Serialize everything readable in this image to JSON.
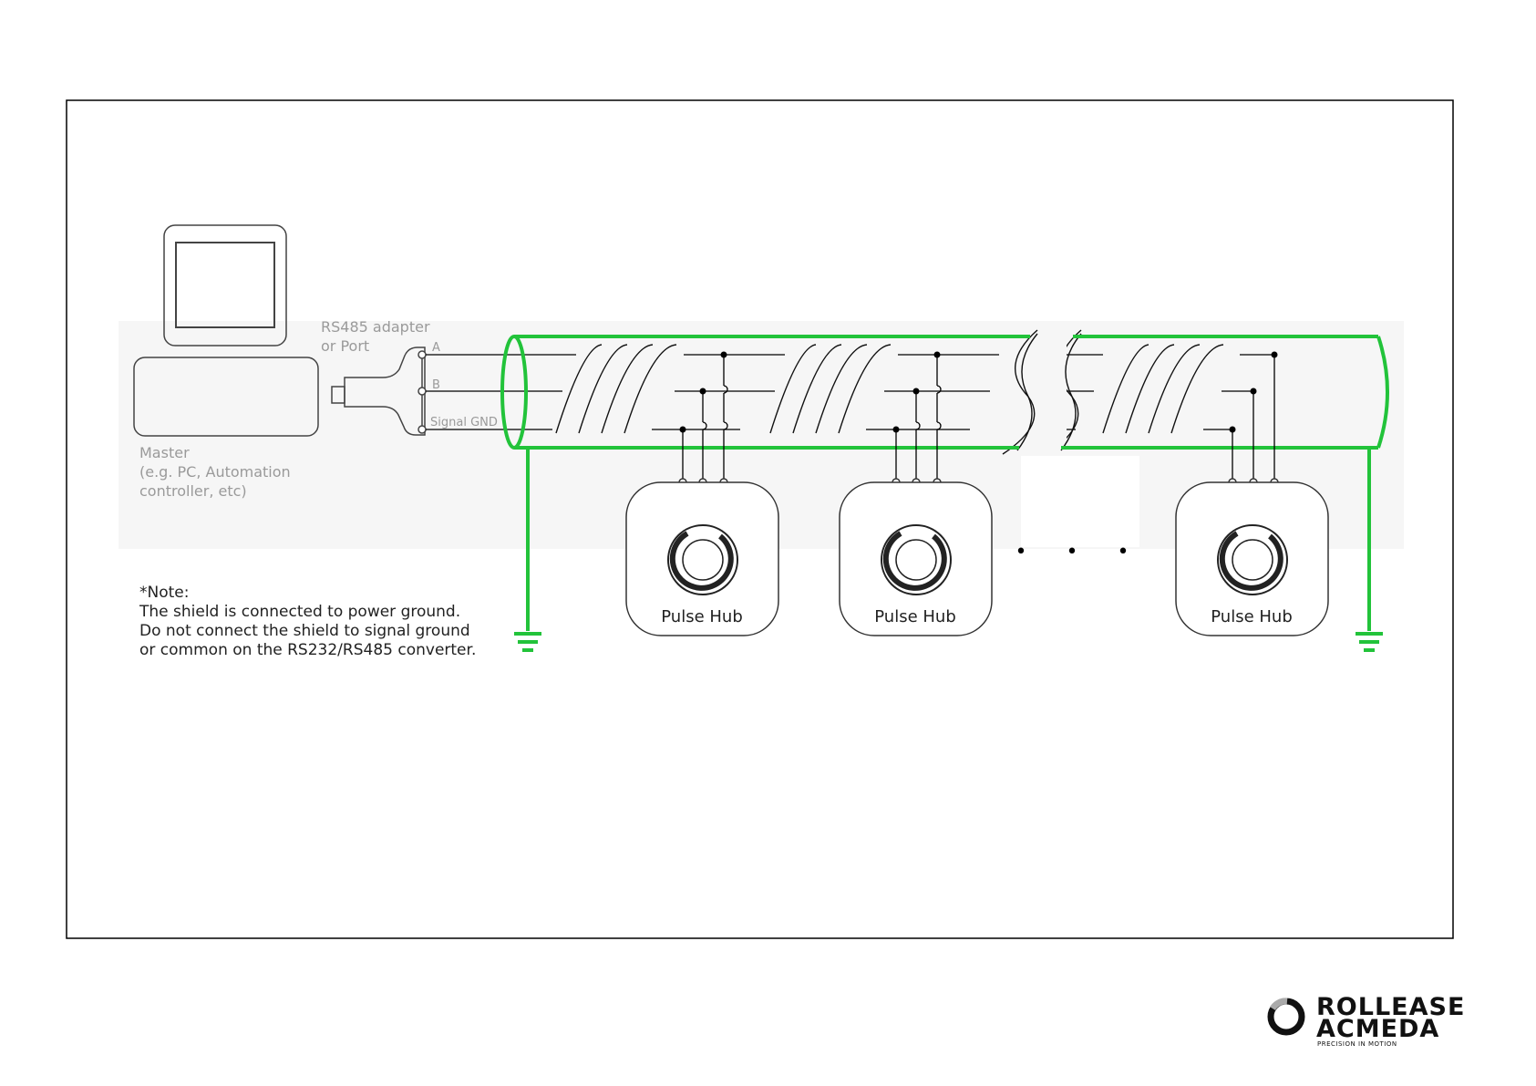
{
  "master": {
    "label_line1": "Master",
    "label_line2": "(e.g. PC, Automation",
    "label_line3": "controller, etc)"
  },
  "adapter": {
    "label_line1": "RS485 adapter",
    "label_line2": "or Port",
    "line_a": "A",
    "line_b": "B",
    "line_gnd": "Signal GND"
  },
  "note": {
    "title": "*Note:",
    "line1": "The shield is connected to power ground.",
    "line2": "Do not connect the shield to signal ground",
    "line3": "or common on the RS232/RS485 converter."
  },
  "hubs": [
    {
      "label": "Pulse Hub"
    },
    {
      "label": "Pulse Hub"
    },
    {
      "label": "Pulse Hub"
    }
  ],
  "ellipsis": "• • •",
  "logo": {
    "line1": "ROLLEASE",
    "line2": "ACMEDA",
    "tagline": "PRECISION IN MOTION"
  },
  "colors": {
    "shield": "#22c33a",
    "wire": "#000000",
    "label_gray": "#9a9a9a",
    "frame": "#000000"
  }
}
